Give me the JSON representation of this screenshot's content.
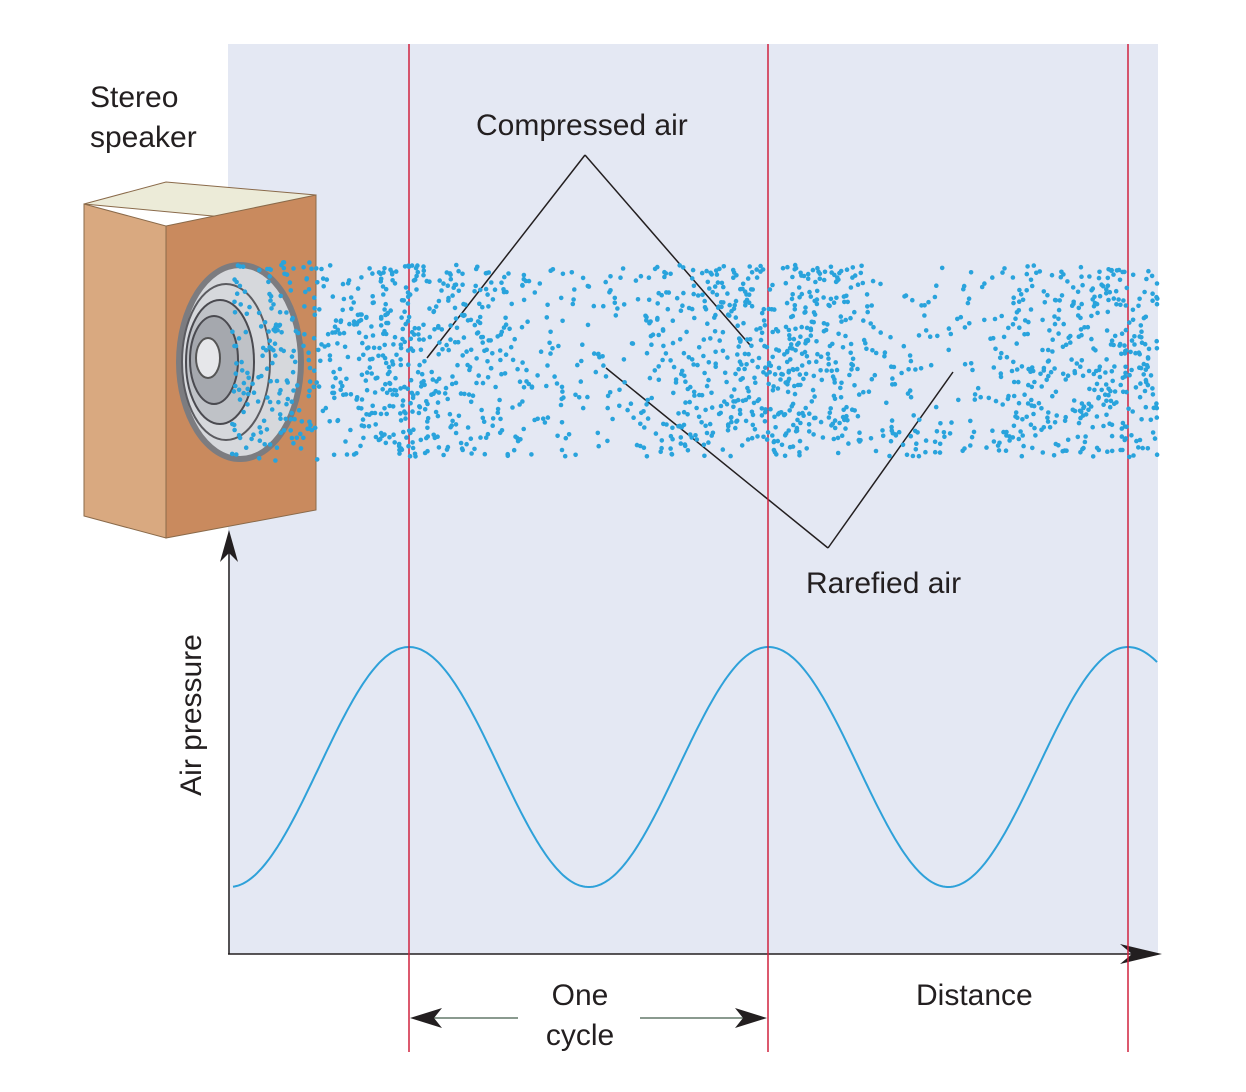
{
  "speaker": {
    "line1": "Stereo",
    "line2": "speaker"
  },
  "labels": {
    "compressed": "Compressed air",
    "rarefied": "Rarefied air",
    "cycle_line1": "One",
    "cycle_line2": "cycle",
    "distance": "Distance",
    "air_pressure": "Air pressure"
  },
  "colors": {
    "panel_background": "#e4e8f3",
    "particles": "#29a3dc",
    "wave": "#2ea1d9",
    "cycle_markers": "#d0223f",
    "speaker_box": "#c98a5e",
    "text": "#231f20"
  },
  "wave": {
    "cycles_shown": 2.5
  }
}
